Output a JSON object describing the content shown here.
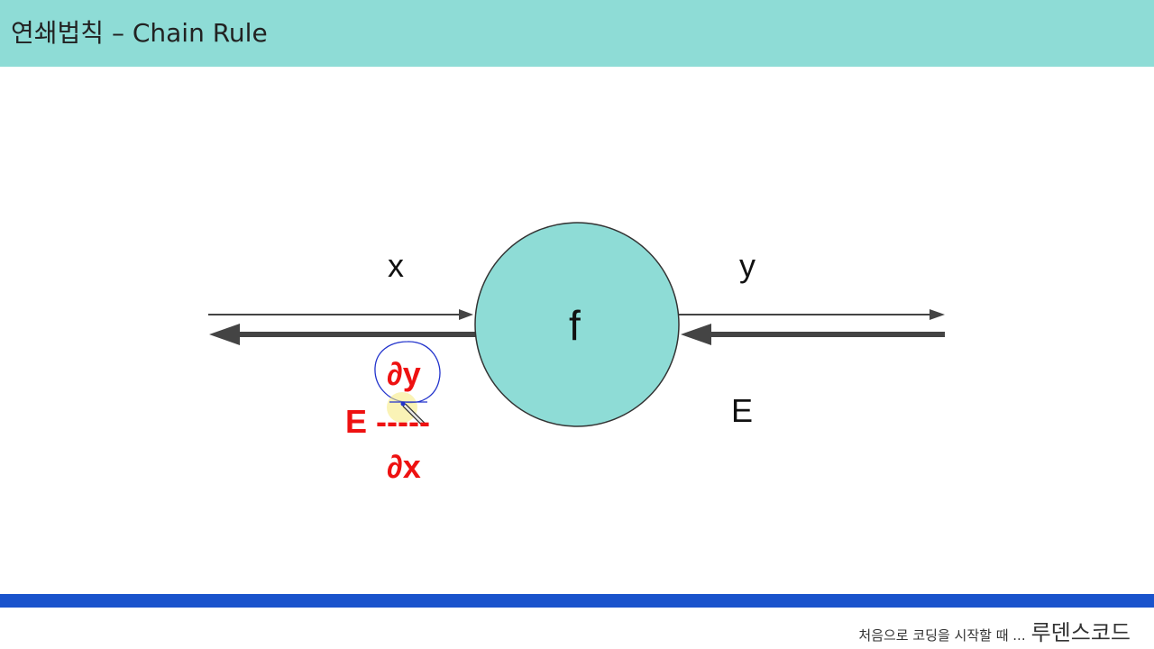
{
  "slide": {
    "title": "연쇄법칙 – Chain Rule"
  },
  "diagram": {
    "input_label": "x",
    "output_label": "y",
    "node_label": "f",
    "error_label": "E",
    "node_color": "#8edcd6",
    "derivative": {
      "numerator": "∂y",
      "multiplier": "E",
      "fraction_line": "-----",
      "denominator": "∂x",
      "color": "#ee1111"
    }
  },
  "footer": {
    "tagline": "처음으로 코딩을 시작할 때 ...",
    "brand": "루덴스코드"
  },
  "colors": {
    "header_bar": "#8edcd6",
    "bottom_stripe": "#1a53cc"
  }
}
